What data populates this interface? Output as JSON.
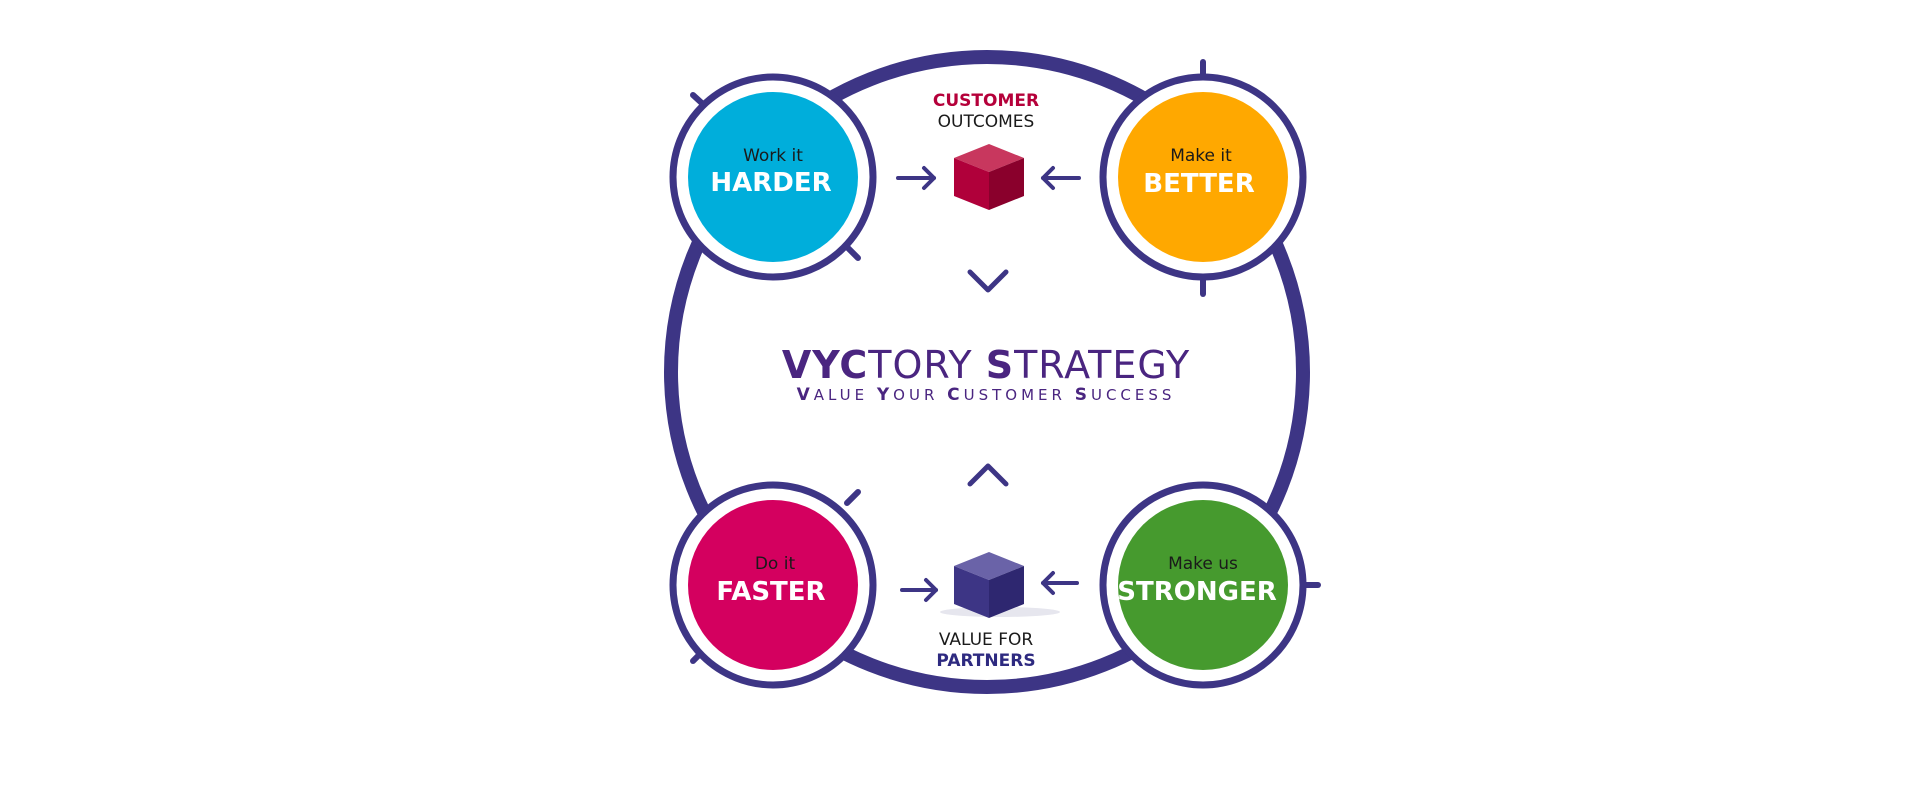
{
  "colors": {
    "ring": "#3D3585",
    "accent_purple": "#4A2580",
    "customer_red": "#B5003A",
    "harder": "#00AEDB",
    "better": "#FFA800",
    "faster": "#D4005F",
    "stronger": "#469A2E",
    "cube_top_text": "#B5003A",
    "partners_text": "#2E2A80"
  },
  "top_label": {
    "line1": "CUSTOMER",
    "line2": "OUTCOMES"
  },
  "bottom_label": {
    "line1": "VALUE FOR",
    "line2": "PARTNERS"
  },
  "center": {
    "title_part1": "VYC",
    "title_part2": "TORY ",
    "title_part3": "S",
    "title_part4": "TRATEGY",
    "subtitle": [
      {
        "cap": "V",
        "rest": "ALUE"
      },
      {
        "cap": "Y",
        "rest": "OUR"
      },
      {
        "cap": "C",
        "rest": "USTOMER"
      },
      {
        "cap": "S",
        "rest": "UCCESS"
      }
    ]
  },
  "circles": {
    "harder": {
      "small": "Work it",
      "big": "HARDER"
    },
    "better": {
      "small": "Make it",
      "big": "BETTER"
    },
    "faster": {
      "small": "Do it",
      "big": "FASTER"
    },
    "stronger": {
      "small": "Make us",
      "big": "STRONGER"
    }
  },
  "icons": {
    "top_cube": "cube-icon",
    "bottom_cube": "cube-icon",
    "arrows": "arrow-icon",
    "chevrons": "chevron-icon"
  }
}
